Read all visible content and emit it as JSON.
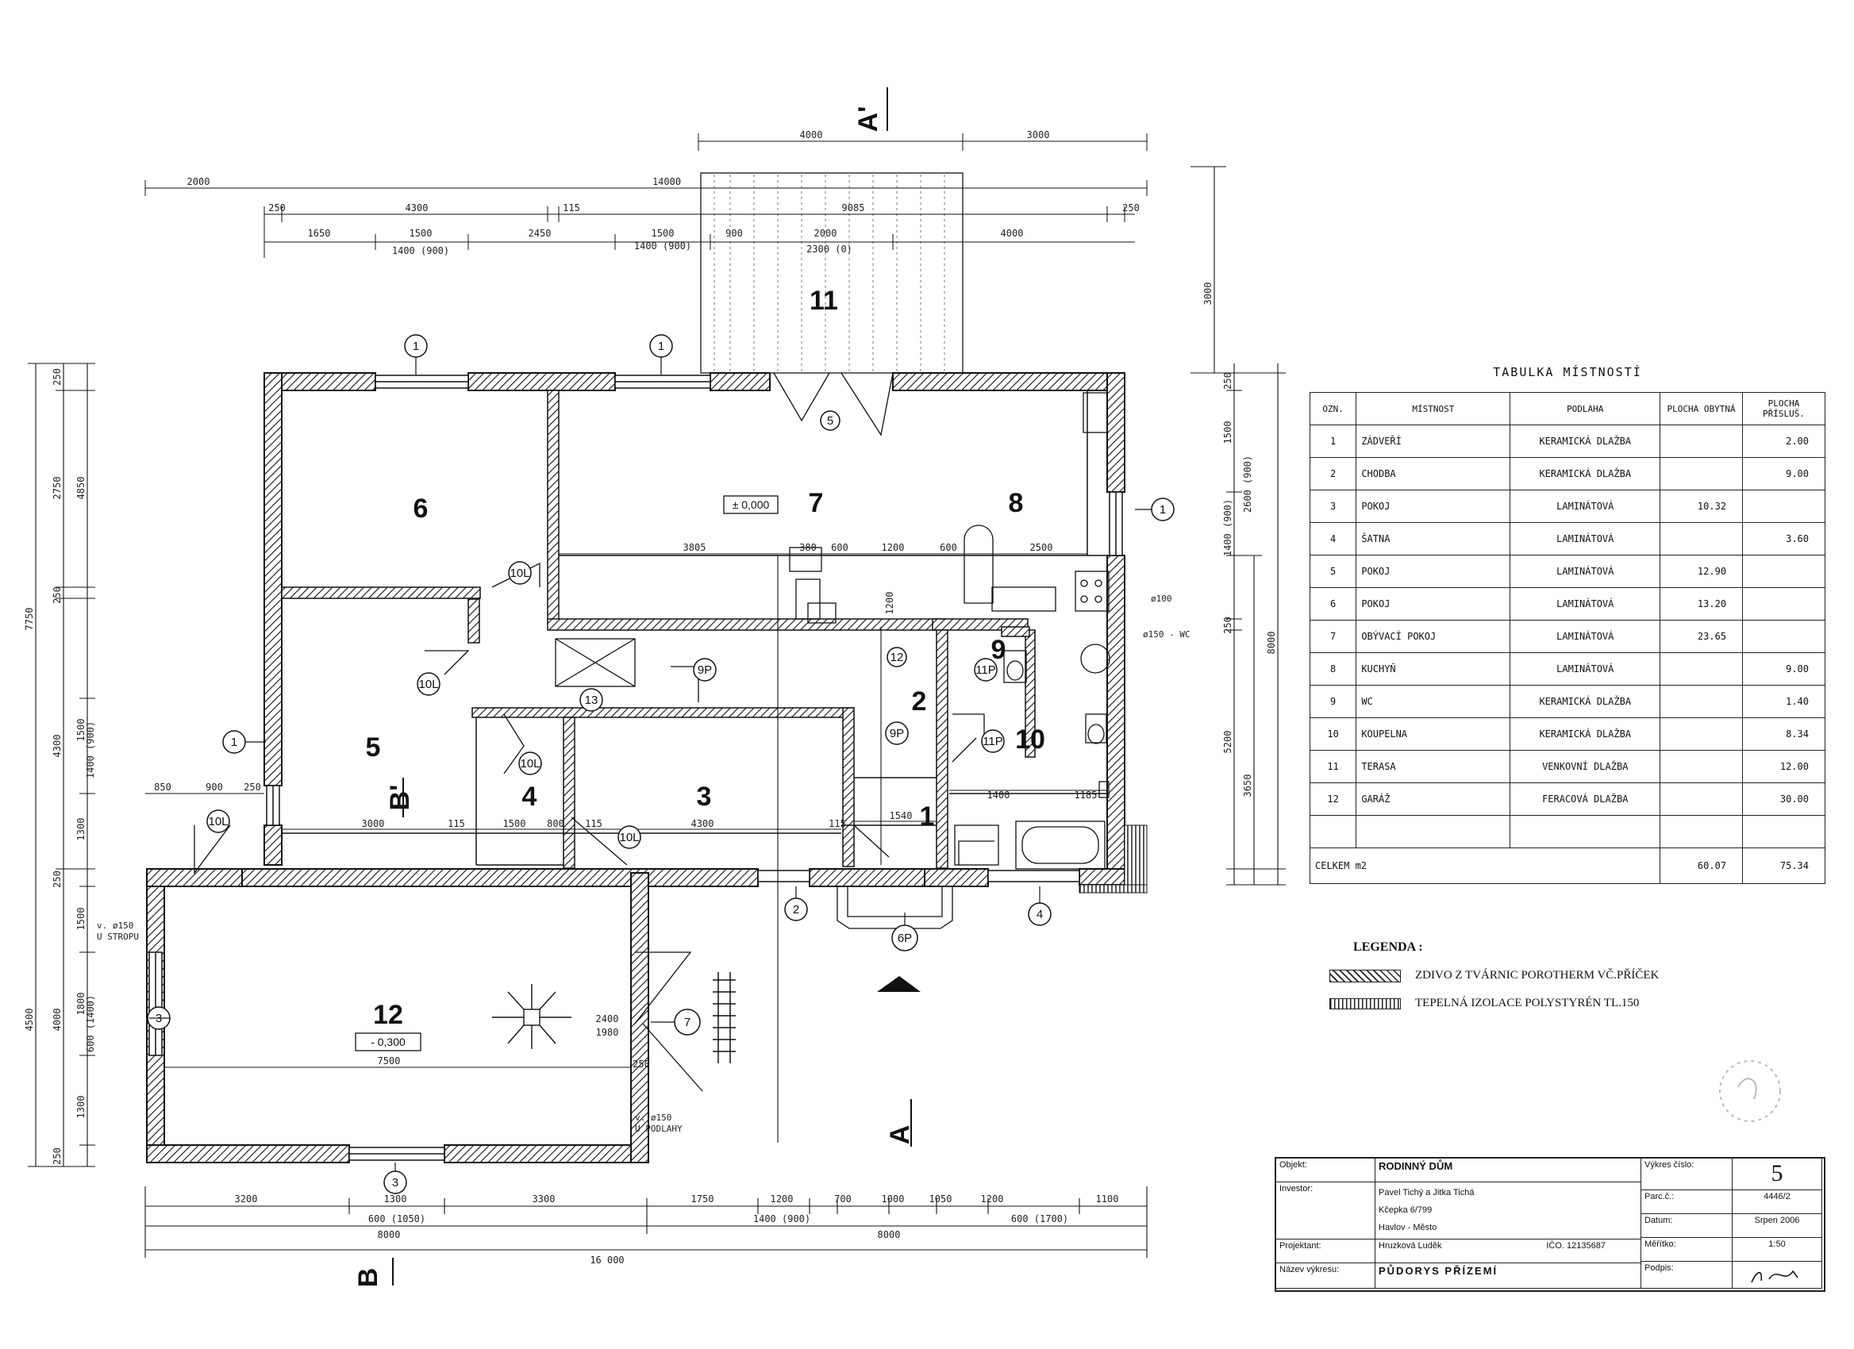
{
  "section_markers": {
    "a_top": "A'",
    "a_bottom": "A",
    "b_left": "B'",
    "b_bottom": "B"
  },
  "rooms_on_plan": {
    "r1": "1",
    "r2": "2",
    "r3": "3",
    "r4": "4",
    "r5": "5",
    "r6": "6",
    "r7": "7",
    "r8": "8",
    "r9": "9",
    "r10": "10",
    "r11": "11",
    "r12": "12"
  },
  "levels": {
    "main": "± 0,000",
    "garage": "- 0,300"
  },
  "dims_top": {
    "d2000": "2000",
    "d14000": "14000",
    "d4000a": "4000",
    "d3000a": "3000",
    "d250a": "250",
    "d4300": "4300",
    "d115": "115",
    "d9085": "9085",
    "d250b": "250",
    "d1650": "1650",
    "d1500a": "1500",
    "d2450": "2450",
    "d1500b": "1500",
    "d900": "900",
    "d2000b": "2000",
    "d4000b": "4000",
    "d1400_900a": "1400 (900)",
    "d1400_900b": "1400 (900)",
    "d2300": "2300 (0)"
  },
  "dims_inner": {
    "d3805": "3805",
    "d380": "380",
    "d600a": "600",
    "d1200": "1200",
    "d600b": "600",
    "d2500": "2500",
    "d3000": "3000",
    "d115a": "115",
    "d1500": "1500",
    "d800": "800",
    "d115b": "115",
    "d4300": "4300",
    "d115c": "115",
    "d1540": "1540",
    "d7500": "7500",
    "d250c": "250",
    "d1400": "1400",
    "d1185": "1185",
    "d1200b": "1200",
    "d2400": "2400",
    "d1980": "1980"
  },
  "dims_bottom": {
    "b3200": "3200",
    "b1300": "1300",
    "b3300": "3300",
    "b1750": "1750",
    "b1200": "1200",
    "b700": "700",
    "b1000": "1000",
    "b1050": "1050",
    "b1200b": "1200",
    "b1100": "1100",
    "b600": "600 (1050)",
    "b1400": "1400 (900)",
    "b600b": "600 (1700)",
    "b8000a": "8000",
    "b8000b": "8000",
    "b16000": "16 000"
  },
  "dims_left": {
    "l250": "250",
    "l2750": "2750",
    "l4850": "4850",
    "l7750": "7750",
    "l4300": "4300",
    "l1500": "1500",
    "l1400": "1400 (900)",
    "l250b": "250",
    "l1500b": "1500",
    "l4500": "4500",
    "l4000": "4000",
    "l1800": "1800",
    "l600": "600 (1400)",
    "l1300": "1300",
    "l250c": "250",
    "l850": "850",
    "l900": "900",
    "l250d": "250"
  },
  "dims_right": {
    "r3000": "3000",
    "r250": "250",
    "r1500": "1500",
    "r2600": "2600 (900)",
    "r1400": "1400 (900)",
    "r5200": "5200",
    "r3650": "3650",
    "r8000": "8000",
    "r250b": "250"
  },
  "annotations": {
    "vent_top": "v. ø150\nU STROPU",
    "vent_top_1": "v. ø150",
    "vent_top_2": "U STROPU",
    "vent_bot_1": "v. ø150",
    "vent_bot_2": "U PODLAHY",
    "pipe1": "ø100",
    "pipe2": "ø150 - WC"
  },
  "markers": {
    "m1a": "1",
    "m1b": "1",
    "m1c": "1",
    "m1d": "1",
    "m2": "2",
    "m3": "3",
    "m3b": "3",
    "m4": "4",
    "m5": "5",
    "m6p": "6P",
    "m7": "7",
    "m9p": "9P",
    "m10l": "10L",
    "m11p": "11P",
    "m12": "12",
    "m13": "13"
  },
  "room_table": {
    "title": "TABULKA MÍSTNOSTÍ",
    "headers": [
      "OZN.",
      "MÍSTNOST",
      "PODLAHA",
      "PLOCHA OBYTNÁ",
      "PLOCHA PŘÍSLUŠ."
    ],
    "rows": [
      [
        "1",
        "ZÁDVEŘÍ",
        "KERAMICKÁ DLAŽBA",
        "",
        "2.00"
      ],
      [
        "2",
        "CHODBA",
        "KERAMICKÁ DLAŽBA",
        "",
        "9.00"
      ],
      [
        "3",
        "POKOJ",
        "LAMINÁTOVÁ",
        "10.32",
        ""
      ],
      [
        "4",
        "ŠATNA",
        "LAMINÁTOVÁ",
        "",
        "3.60"
      ],
      [
        "5",
        "POKOJ",
        "LAMINÁTOVÁ",
        "12.90",
        ""
      ],
      [
        "6",
        "POKOJ",
        "LAMINÁTOVÁ",
        "13.20",
        ""
      ],
      [
        "7",
        "OBÝVACÍ POKOJ",
        "LAMINÁTOVÁ",
        "23.65",
        ""
      ],
      [
        "8",
        "KUCHYŇ",
        "LAMINÁTOVÁ",
        "",
        "9.00"
      ],
      [
        "9",
        "WC",
        "KERAMICKÁ DLAŽBA",
        "",
        "1.40"
      ],
      [
        "10",
        "KOUPELNA",
        "KERAMICKÁ DLAŽBA",
        "",
        "8.34"
      ],
      [
        "11",
        "TERASA",
        "VENKOVNÍ DLAŽBA",
        "",
        "12.00"
      ],
      [
        "12",
        "GARÁŽ",
        "FERACOVÁ DLAŽBA",
        "",
        "30.00"
      ],
      [
        "",
        "",
        "",
        "",
        ""
      ]
    ],
    "total_label": "CELKEM m2",
    "total_obytna": "60.07",
    "total_prislus": "75.34"
  },
  "legend": {
    "title": "LEGENDA :",
    "item1": "ZDIVO Z TVÁRNIC POROTHERM VČ.PŘÍČEK",
    "item2": "TEPELNÁ IZOLACE POLYSTYRÉN TL.150"
  },
  "title_block": {
    "objekt_label": "Objekt:",
    "objekt": "RODINNÝ DŮM",
    "investor_label": "Investor:",
    "investor_1": "Pavel Tichý a Jitka Tichá",
    "investor_2": "Kčepka 6/799",
    "investor_3": "Havlov - Město",
    "projektant_label": "Projektant:",
    "projektant": "Hruzková Luděk",
    "ico": "IČO. 12135687",
    "vykres_label": "Název výkresu:",
    "vykres": "PŮDORYS PŘÍZEMÍ",
    "cislo_label": "Výkres číslo:",
    "cislo": "5",
    "parc_label": "Parc.č.:",
    "parc": "4446/2",
    "datum_label": "Datum:",
    "datum": "Srpen 2006",
    "meritko_label": "Měřítko:",
    "meritko": "1:50",
    "podpis_label": "Podpis:"
  },
  "colors": {
    "ink": "#111111",
    "paper": "#ffffff"
  }
}
